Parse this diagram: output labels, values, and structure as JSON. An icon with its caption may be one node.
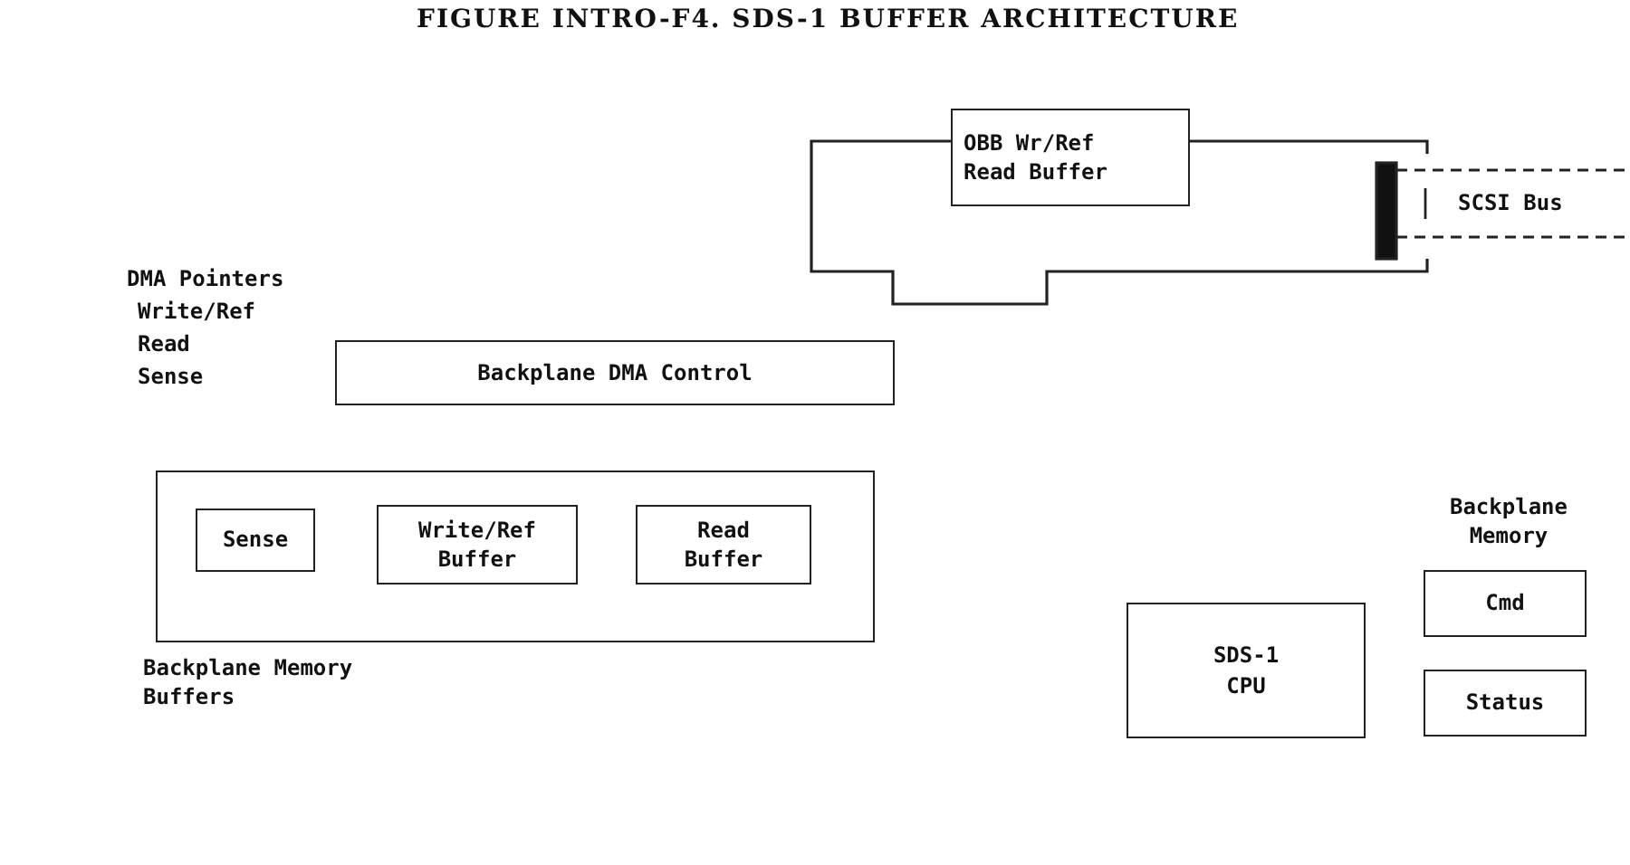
{
  "diagram": {
    "title": "FIGURE  INTRO-F4.  SDS-1 BUFFER ARCHITECTURE",
    "nodes": [
      {
        "text": [
          "OBB Wr/Ref Read Buffer"
        ]
      },
      {
        "text": [
          "Backplane DMA Control"
        ]
      },
      {
        "text": [
          "Backplane Memory Buffers"
        ]
      },
      {
        "text": [
          "Sense"
        ],
        "in": 2
      },
      {
        "text": [
          "Write/Ref Buffer"
        ],
        "in": 2
      },
      {
        "text": [
          "Read Buffer"
        ],
        "in": 2
      },
      {
        "text": [
          "SDS-1 CPU"
        ]
      },
      {
        "text": [
          "Cmd"
        ]
      },
      {
        "text": [
          "Status"
        ]
      }
    ],
    "labels": [
      "SCSI Bus",
      "DMA Pointers",
      "Write/Ref",
      "Read",
      "Sense",
      "Backplane Memory"
    ]
  }
}
